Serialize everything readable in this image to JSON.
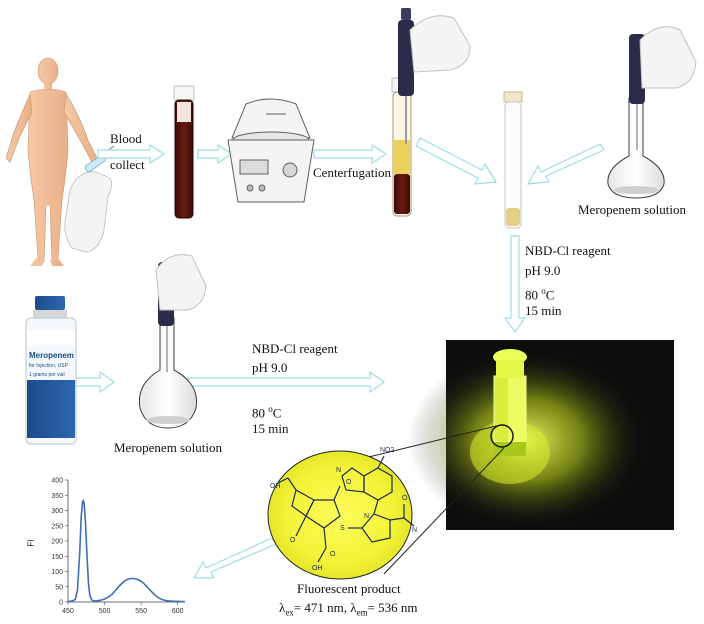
{
  "steps": {
    "blood_label_line1": "Blood",
    "blood_label_line2": "collect",
    "centrifugation_label": "Centerfugation",
    "meropenem_solution_top": "Meropenem solution",
    "meropenem_solution_bottom": "Meropenem solution"
  },
  "reagent_right": {
    "line1": "NBD-Cl reagent",
    "line2": "pH 9.0",
    "line3_value": "80 ",
    "line3_sup": "o",
    "line3_unit": "C",
    "line4": "15 min"
  },
  "reagent_middle": {
    "line1": "NBD-Cl reagent",
    "line2": "pH 9.0",
    "line3_value": "80 ",
    "line3_sup": "o",
    "line3_unit": "C",
    "line4": "15 min"
  },
  "vial": {
    "brand": "Meropenem",
    "subtitle": "for Injection, USP",
    "dose": "1 grams per vial"
  },
  "product": {
    "title": "Fluorescent product",
    "lambda_ex_sub": "ex",
    "lambda_ex_value": "= 471 nm, ",
    "lambda_em_sub": "em",
    "lambda_em_value": "= 536 nm",
    "lambda_symbol": "λ"
  },
  "chart_data": {
    "type": "line",
    "ylabel": "FI",
    "xlabel": "",
    "xlim": [
      450,
      610
    ],
    "ylim": [
      0,
      400
    ],
    "x_ticks": [
      450,
      500,
      550,
      600
    ],
    "y_ticks": [
      0,
      50,
      100,
      150,
      200,
      250,
      300,
      350,
      400
    ],
    "series": [
      {
        "x": [
          450,
          455,
          460,
          463,
          466,
          468,
          470,
          471,
          472,
          474,
          476,
          478,
          480,
          483,
          486,
          490,
          495,
          500,
          505,
          510,
          515,
          520,
          525,
          530,
          536,
          540,
          545,
          550,
          555,
          560,
          565,
          570,
          575,
          580,
          585,
          590,
          600,
          610
        ],
        "y": [
          2,
          3,
          8,
          40,
          160,
          280,
          330,
          332,
          325,
          260,
          150,
          60,
          20,
          6,
          3,
          4,
          6,
          10,
          16,
          25,
          38,
          52,
          64,
          73,
          77,
          77,
          74,
          68,
          58,
          45,
          32,
          20,
          12,
          7,
          4,
          3,
          2,
          1
        ],
        "color": "#3e6fb4"
      }
    ]
  },
  "colors": {
    "arrow": "#bfeaf0",
    "blood": "#5a1510",
    "glove": "#f2f2f2",
    "pipette": "#2b2b4a",
    "fluorescence": "#e9f53a",
    "dark_bg": "#0d0d0d"
  }
}
